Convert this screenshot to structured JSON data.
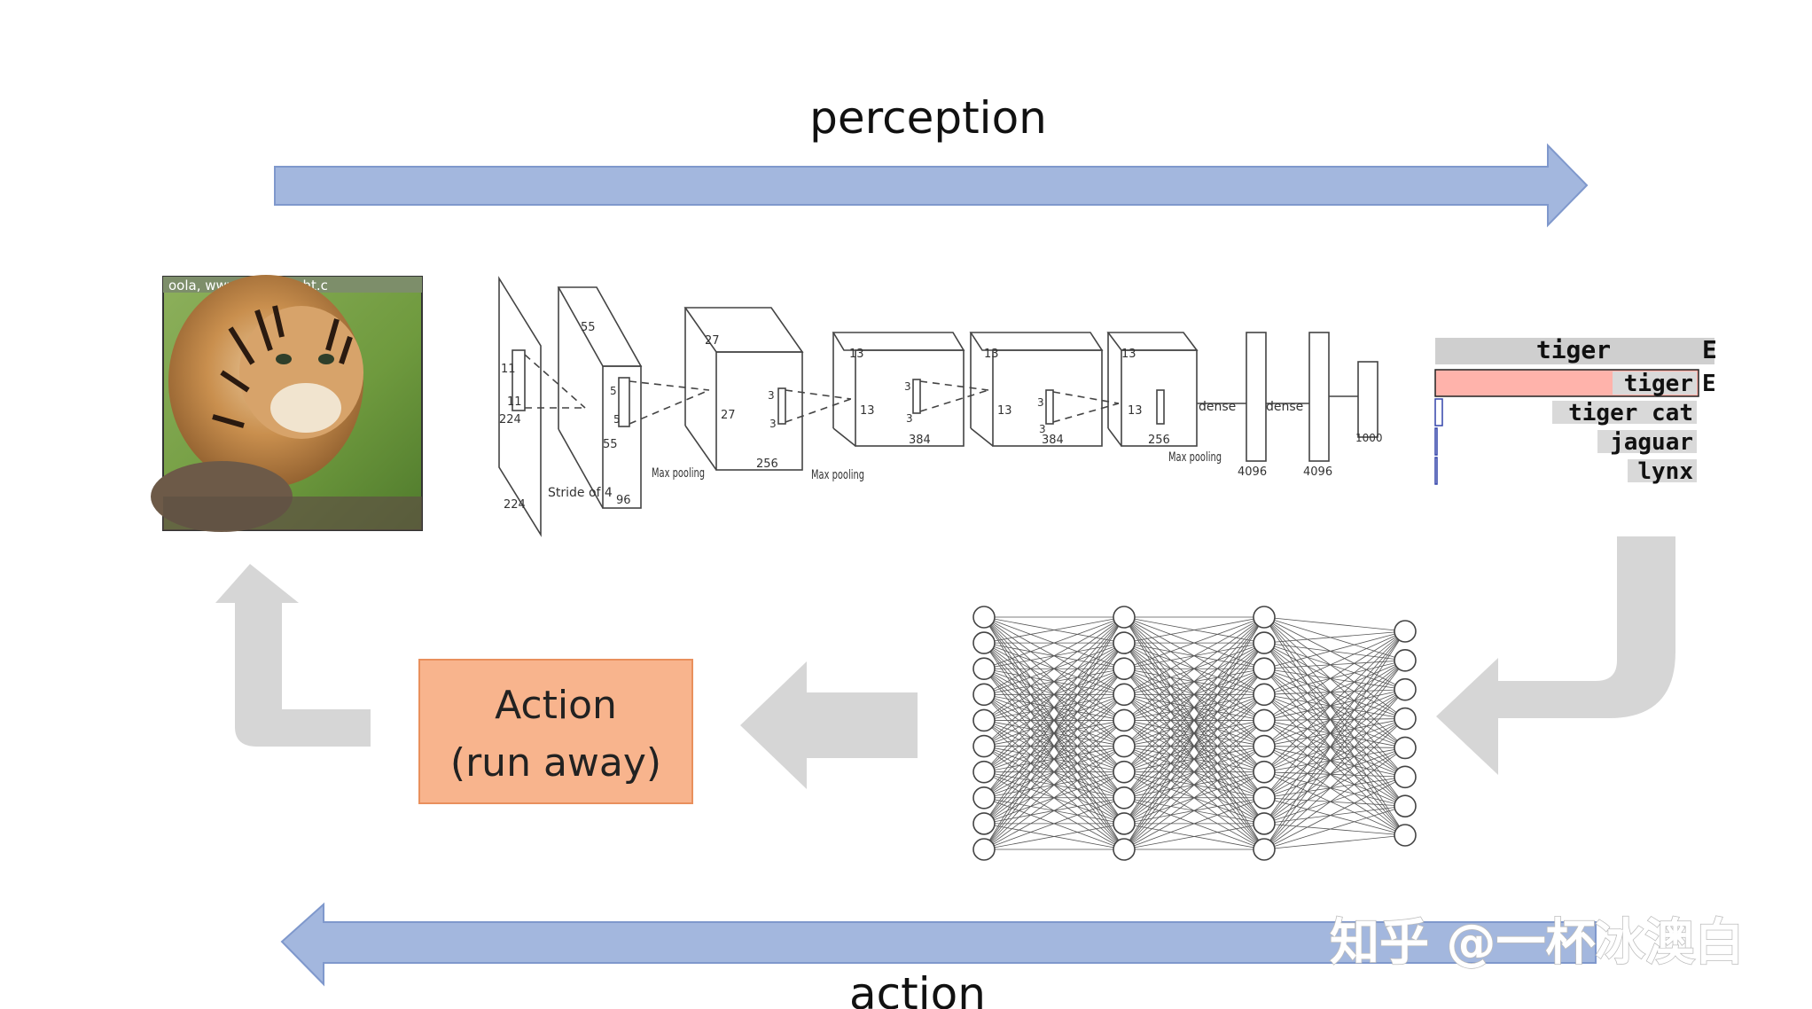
{
  "labels": {
    "perception": "perception",
    "action": "action",
    "action_box_line1": "Action",
    "action_box_line2": "(run away)",
    "watermark": "知乎 @一杯冰澳白"
  },
  "image": {
    "subject": "tiger cub photo",
    "caption_fragment": "oola, www.OceanLight.c"
  },
  "cnn": {
    "labels": [
      "11",
      "11",
      "224",
      "224",
      "Stride of 4",
      "55",
      "5",
      "5",
      "55",
      "96",
      "27",
      "3",
      "3",
      "27",
      "256",
      "13",
      "3",
      "3",
      "13",
      "384",
      "13",
      "3",
      "3",
      "13",
      "384",
      "13",
      "13",
      "256",
      "dense",
      "dense",
      "4096",
      "4096",
      "1000"
    ],
    "pooling": [
      "Max pooling",
      "Max pooling",
      "Max pooling"
    ]
  },
  "predictions": {
    "header": "tiger",
    "header_right": "E",
    "rows": [
      {
        "label": "tiger",
        "score": 1.0,
        "suffix": "E"
      },
      {
        "label": "tiger cat",
        "score": 0.02
      },
      {
        "label": "jaguar",
        "score": 0.0
      },
      {
        "label": "lynx",
        "score": 0.0
      }
    ]
  },
  "network": {
    "layers": [
      10,
      10,
      10,
      8
    ]
  },
  "colors": {
    "arrow_blue": "#a3b7de",
    "arrow_blue_edge": "#7f98cc",
    "arrow_gray": "#d6d6d6",
    "action_fill": "#f8b48d",
    "action_edge": "#e9905d",
    "pred_bar": "#ffb3ab"
  }
}
